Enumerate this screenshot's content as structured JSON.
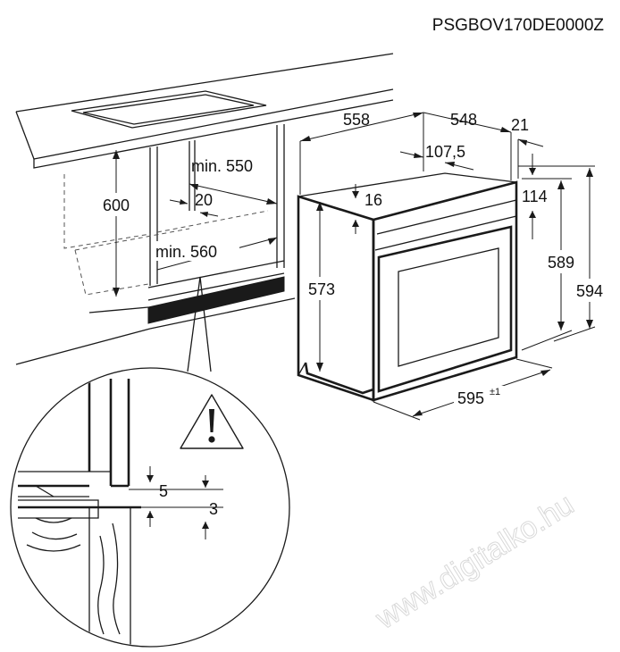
{
  "title": "PSGBOV170DE0000Z",
  "watermark": "www.digitalko.hu",
  "dimensions": {
    "cabinet_height": "600",
    "min_depth": "min. 550",
    "gap_top": "20",
    "min_width": "min. 560",
    "depth_558": "558",
    "depth_548": "548",
    "side_21": "21",
    "side_107": "107,5",
    "panel_16": "16",
    "height_114": "114",
    "height_589": "589",
    "height_594": "594",
    "height_573": "573",
    "width_595": "595",
    "width_595_tolerance": "±1"
  },
  "detail": {
    "gap_5": "5",
    "gap_3": "3",
    "warning_icon": "warning-triangle-icon"
  },
  "colors": {
    "line": "#1a1a1a",
    "background": "#ffffff",
    "vent_fill": "#1a1a1a"
  }
}
